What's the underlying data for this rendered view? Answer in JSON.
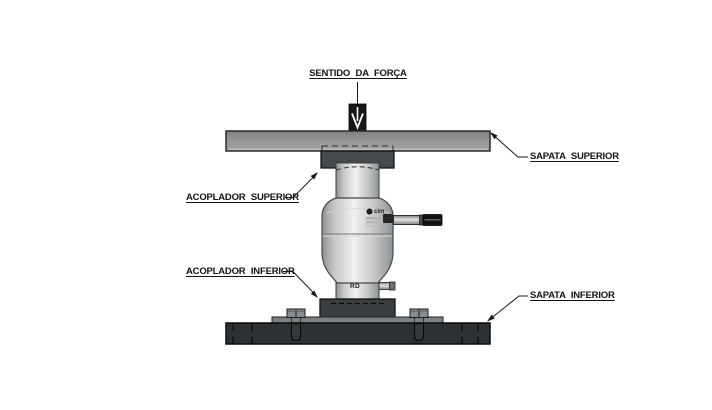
{
  "diagram": {
    "labels": {
      "force_direction": "SENTIDO DA FORÇA",
      "upper_plate": "SAPATA SUPERIOR",
      "upper_coupler": "ACOPLADOR SUPERIOR",
      "lower_coupler": "ACOPLADOR INFERIOR",
      "lower_plate": "SAPATA INFERIOR",
      "cell_marking": "RD",
      "nameplate_brand": "cim"
    },
    "colors": {
      "background": "#ffffff",
      "line": "#1a1a1a",
      "plate_gray": "#919395",
      "coupler_dark": "#42464a",
      "base_dark": "#2d3133",
      "flange_gray": "#7d8083",
      "cell_highlight": "#f0f1f1",
      "cell_shadow": "#8f9294",
      "connector_black": "#121212"
    }
  }
}
